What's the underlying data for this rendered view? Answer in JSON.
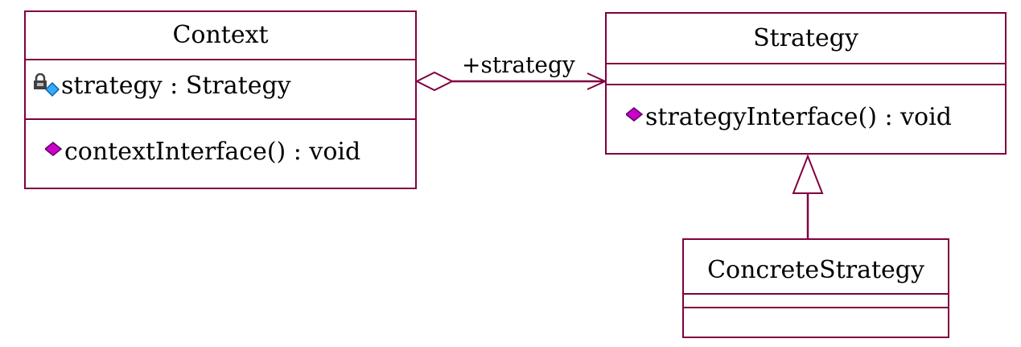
{
  "colors": {
    "border": "#800040",
    "operation_icon": "#cc00cc",
    "attribute_icon": "#33aaff",
    "lock_icon": "#404040"
  },
  "classes": {
    "context": {
      "name": "Context",
      "attributes": [
        {
          "text": "strategy : Strategy",
          "icon": "private-attribute-icon"
        }
      ],
      "operations": [
        {
          "text": "contextInterface() : void",
          "icon": "operation-icon"
        }
      ]
    },
    "strategy": {
      "name": "Strategy",
      "attributes": [],
      "operations": [
        {
          "text": "strategyInterface() : void",
          "icon": "operation-icon"
        }
      ]
    },
    "concrete_strategy": {
      "name": "ConcreteStrategy",
      "attributes": [],
      "operations": []
    }
  },
  "relationships": {
    "aggregation": {
      "type": "aggregation",
      "from": "Context",
      "to": "Strategy",
      "role_label": "+strategy"
    },
    "generalization": {
      "type": "generalization",
      "from": "ConcreteStrategy",
      "to": "Strategy"
    }
  }
}
